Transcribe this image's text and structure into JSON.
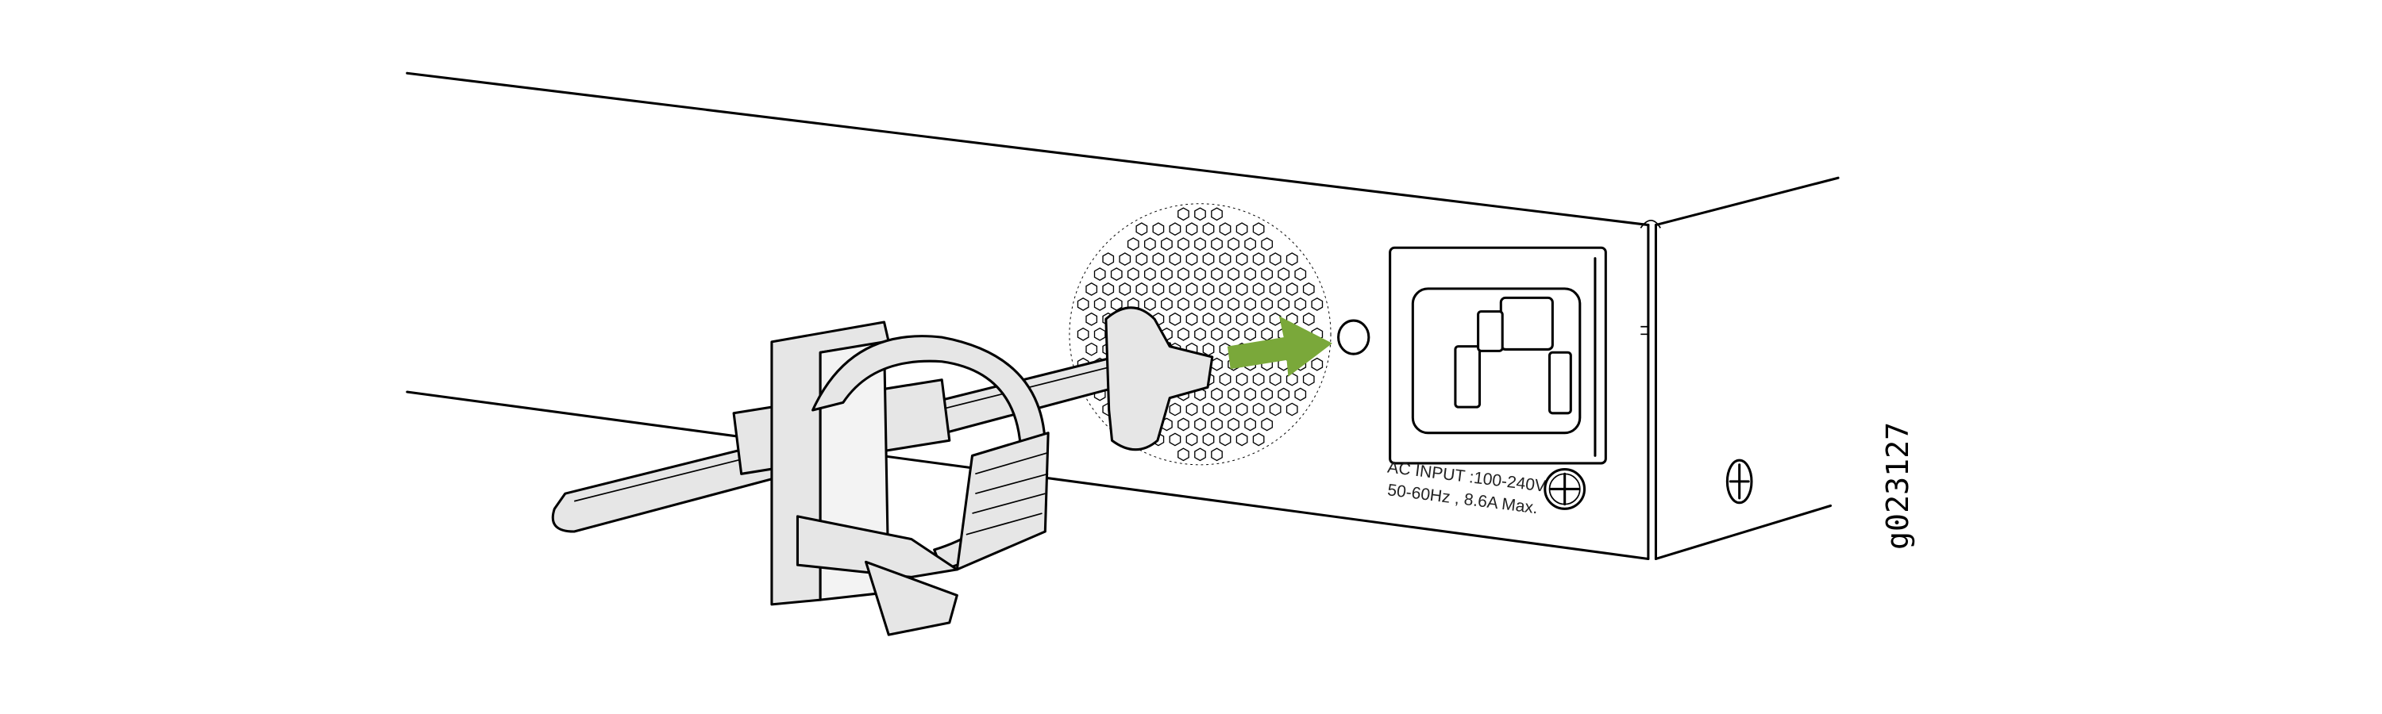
{
  "device": {
    "power_label_line1": "AC INPUT :100-240V~",
    "power_label_line2": "50-60Hz , 8.6A Max."
  },
  "figure_id": "g023127",
  "colors": {
    "arrow": "#7aa83a",
    "clip_fill": "#e6e6e6",
    "line": "#000000"
  }
}
